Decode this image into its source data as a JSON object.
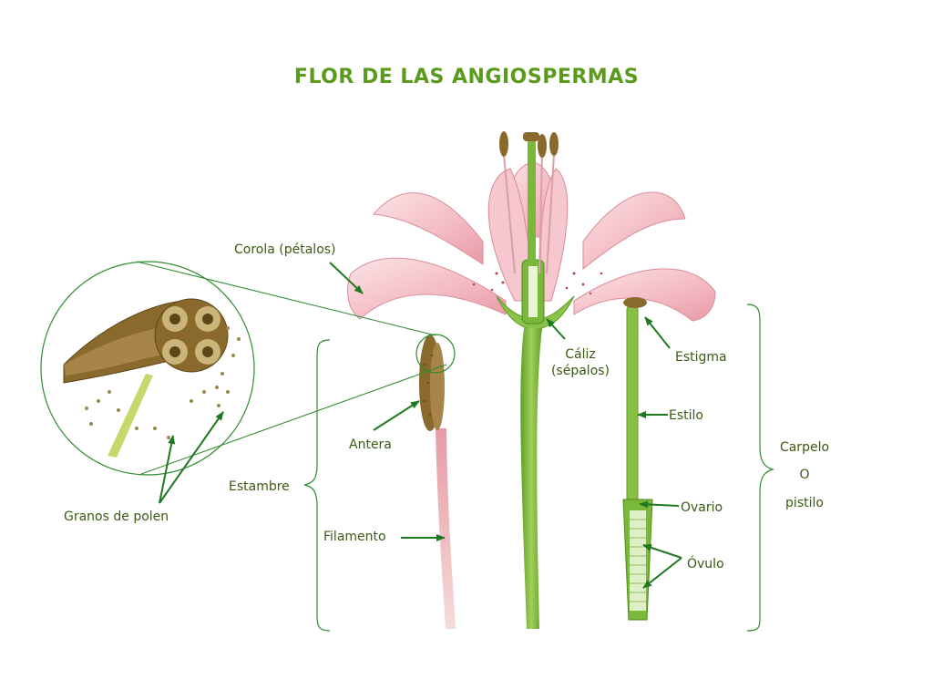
{
  "title": "FLOR DE LAS ANGIOSPERMAS",
  "colors": {
    "title": "#5a9a1c",
    "label_text": "#3a5a12",
    "arrow": "#1f7a1f",
    "petal": "#f3b9c2",
    "stem": "#7ab83a",
    "anther": "#8a6a2c"
  },
  "labels": {
    "corola": "Corola  (pétalos)",
    "caliz_line1": "Cáliz",
    "caliz_line2": "(sépalos)",
    "estigma": "Estigma",
    "estilo": "Estilo",
    "carpelo": "Carpelo",
    "o": "O",
    "pistilo": "pistilo",
    "ovario": "Ovario",
    "ovulo": "Óvulo",
    "antera": "Antera",
    "estambre": "Estambre",
    "filamento": "Filamento",
    "granos": "Granos de polen"
  }
}
